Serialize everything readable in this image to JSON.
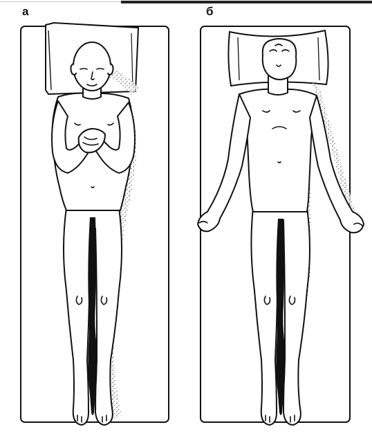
{
  "panels": [
    {
      "label": "а",
      "pose": "arms-folded-on-chest"
    },
    {
      "label": "б",
      "pose": "arms-spread-to-sides"
    }
  ],
  "colors": {
    "ink": "#111111",
    "paper": "#ffffff",
    "shade": "#1a1a1a"
  }
}
